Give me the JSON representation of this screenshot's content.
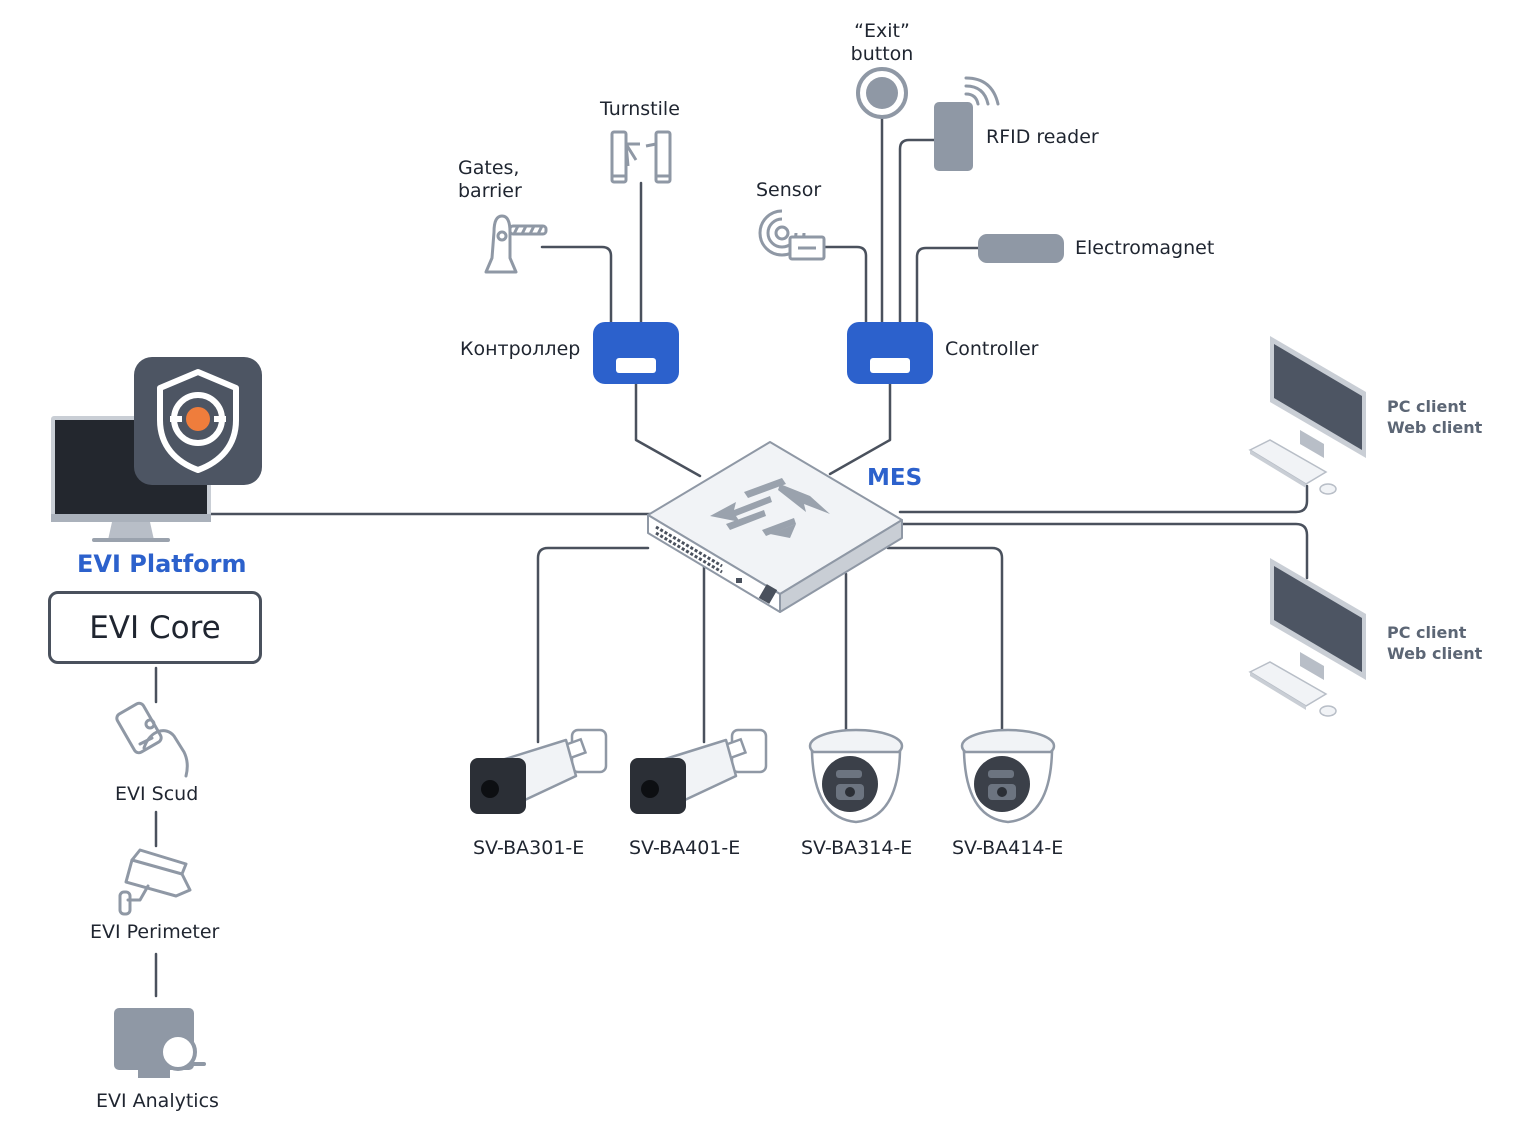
{
  "platform": {
    "title": "EVI Platform",
    "core": "EVI Core"
  },
  "modules": [
    {
      "name": "EVI Scud",
      "icon": "hand-card-icon"
    },
    {
      "name": "EVI Perimeter",
      "icon": "cctv-camera-icon"
    },
    {
      "name": "EVI Analytics",
      "icon": "monitor-magnifier-icon"
    }
  ],
  "switch": {
    "label": "MES"
  },
  "controllers": [
    {
      "label": "Контроллер"
    },
    {
      "label": "Controller"
    }
  ],
  "peripherals": {
    "gates": "Gates,\nbarrier",
    "turnstile": "Turnstile",
    "exit_button": "“Exit”\nbutton",
    "rfid": "RFID reader",
    "sensor": "Sensor",
    "electromagnet": "Electromagnet"
  },
  "cameras": [
    {
      "model": "SV-BA301-E",
      "type": "bullet"
    },
    {
      "model": "SV-BA401-E",
      "type": "bullet"
    },
    {
      "model": "SV-BA314-E",
      "type": "dome"
    },
    {
      "model": "SV-BA414-E",
      "type": "dome"
    }
  ],
  "clients": [
    {
      "line1": "PC client",
      "line2": "Web client"
    },
    {
      "line1": "PC client",
      "line2": "Web client"
    }
  ],
  "colors": {
    "accent_blue": "#2c61cc",
    "line": "#4a515d",
    "device_gray": "#8f98a5",
    "logo_orange": "#ef7d3c"
  }
}
